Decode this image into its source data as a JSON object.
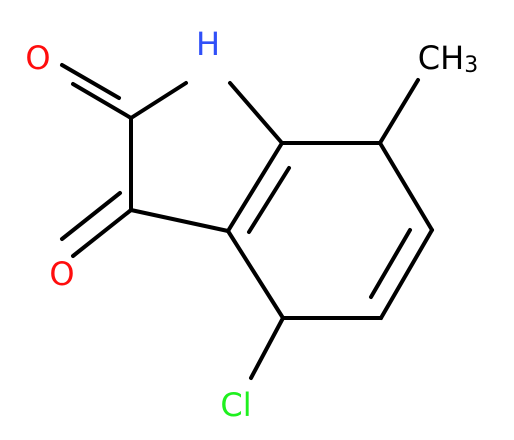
{
  "atoms": {
    "o1": {
      "text": "O",
      "color": "#ff0d0d"
    },
    "o2": {
      "text": "O",
      "color": "#ff0d0d"
    },
    "nh": {
      "text": "H",
      "color": "#3050f8"
    },
    "methyl": {
      "main": "CH",
      "sub": "3",
      "color": "#000000"
    },
    "cl": {
      "text": "Cl",
      "color": "#1ff01f"
    }
  },
  "colors": {
    "bond": "#000000",
    "oxygen": "#ff0d0d",
    "nitrogen": "#3050f8",
    "chlorine": "#1ff01f",
    "background": "#ffffff"
  }
}
